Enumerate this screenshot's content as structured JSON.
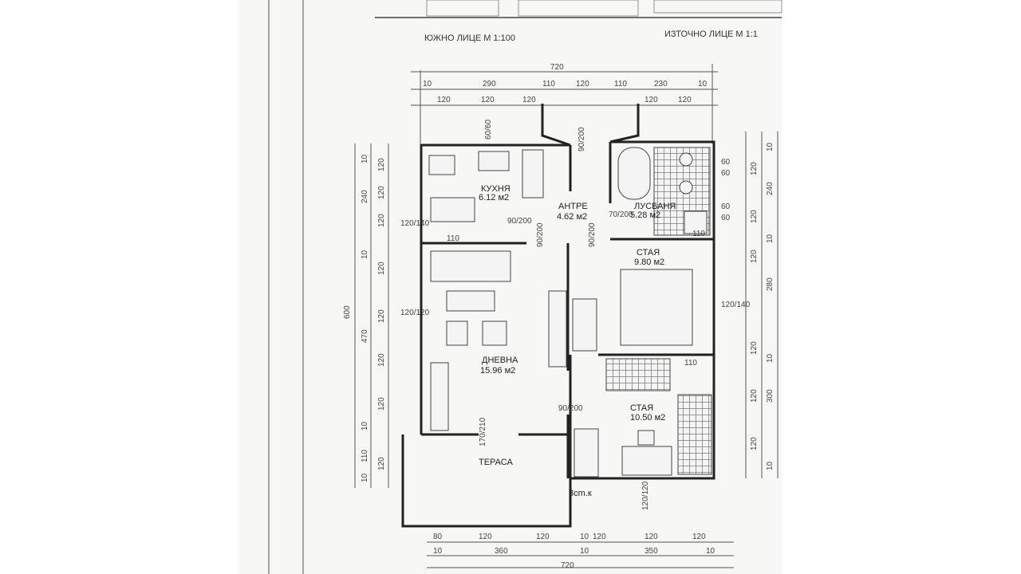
{
  "elevation_labels": {
    "south": "ЮЖНО ЛИЦЕ  М 1:100",
    "east": "ИЗТОЧНО ЛИЦЕ  М 1:1"
  },
  "rooms": {
    "kitchen": {
      "name": "КУХНЯ",
      "area": "6.12 м2"
    },
    "hall": {
      "name": "АНТРЕ",
      "area": "4.62 м2"
    },
    "bathroom": {
      "name": "ЛУСБАНЯ",
      "area": "5.28 м2"
    },
    "bedroom1": {
      "name": "СТАЯ",
      "area": "9.80 м2"
    },
    "living": {
      "name": "ДНЕВНА",
      "area": "15.96 м2"
    },
    "bedroom2": {
      "name": "СТАЯ",
      "area": "10.50 м2"
    },
    "terrace": {
      "name": "ТЕРАСА"
    },
    "closet": {
      "name": "3сm.к"
    }
  },
  "doors": [
    "90/200",
    "90/200",
    "70/200",
    "90/200",
    "90/200",
    "90/200",
    "170/210"
  ],
  "dimensions": {
    "top_total": "720",
    "top_row": [
      "10",
      "290",
      "110",
      "120",
      "110",
      "230",
      "10"
    ],
    "top_row2": [
      "120",
      "120",
      "120",
      "120",
      "120"
    ],
    "left_total": "600",
    "left_col": [
      "10",
      "240",
      "10",
      "470",
      "10",
      "110",
      "10"
    ],
    "left_col2": [
      "120",
      "120",
      "120",
      "120",
      "120",
      "120",
      "120",
      "120"
    ],
    "left_windows": [
      "120/140",
      "120/120"
    ],
    "right_col": [
      "10",
      "240",
      "10",
      "280",
      "10",
      "300",
      "10"
    ],
    "right_col2": [
      "120",
      "120",
      "120",
      "120",
      "120",
      "120"
    ],
    "right_windows": [
      "60",
      "60",
      "60",
      "60",
      "120/140"
    ],
    "bottom_row": [
      "80",
      "120",
      "120",
      "10",
      "120",
      "120",
      "120"
    ],
    "bottom_row2": [
      "10",
      "360",
      "10",
      "350",
      "10"
    ],
    "bottom_total": "720",
    "misc": [
      "110",
      "110",
      "110",
      "120/120",
      "60/60"
    ]
  }
}
